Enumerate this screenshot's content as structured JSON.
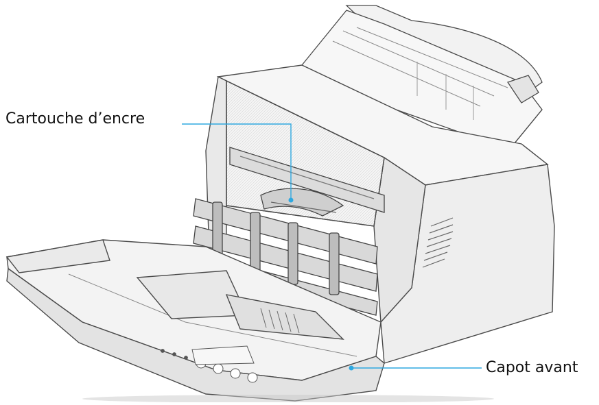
{
  "callouts": {
    "cartridge": {
      "label": "Cartouche d’encre"
    },
    "front_cover": {
      "label": "Capot avant"
    }
  },
  "colors": {
    "leader_line": "#2ea8e0",
    "body_outline": "#4a4a4a",
    "body_fill": "#f4f4f4",
    "shadow": "#c9c9c9"
  },
  "icons": [
    "printer-illustration",
    "leader-dot"
  ]
}
